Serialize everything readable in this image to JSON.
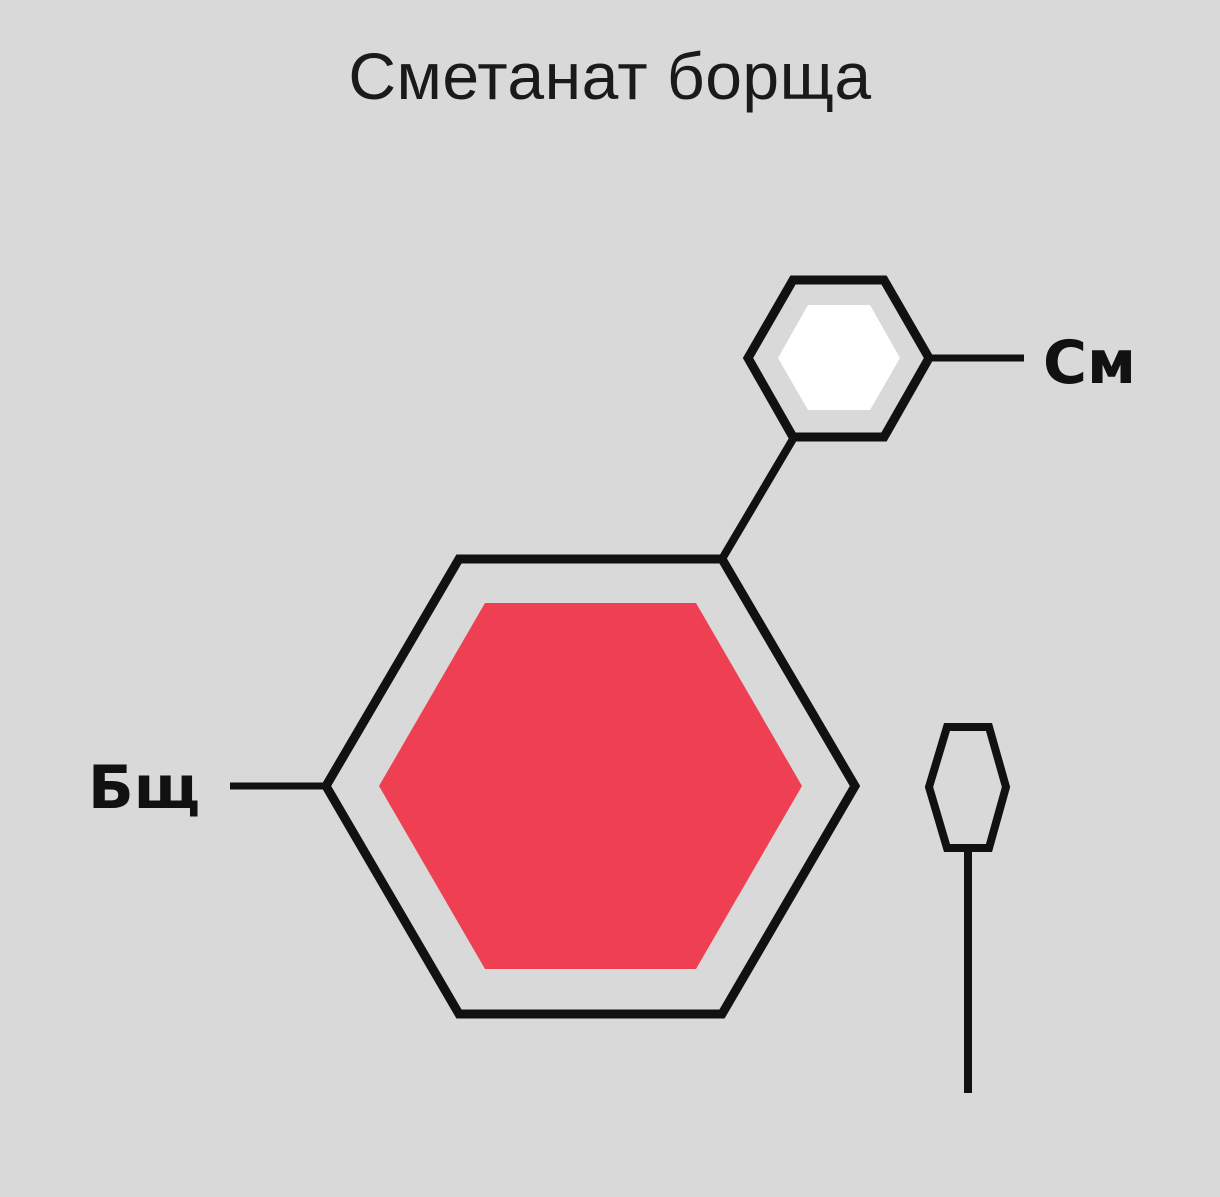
{
  "title": "Сметанат борща",
  "labels": {
    "top_right": "См",
    "left": "Бщ"
  },
  "colors": {
    "background": "#d9d9d9",
    "outline": "#111111",
    "big_ring_fill": "#ee4052",
    "small_ring_fill": "#ffffff"
  },
  "icons": {
    "spoon": "spoon-icon"
  }
}
